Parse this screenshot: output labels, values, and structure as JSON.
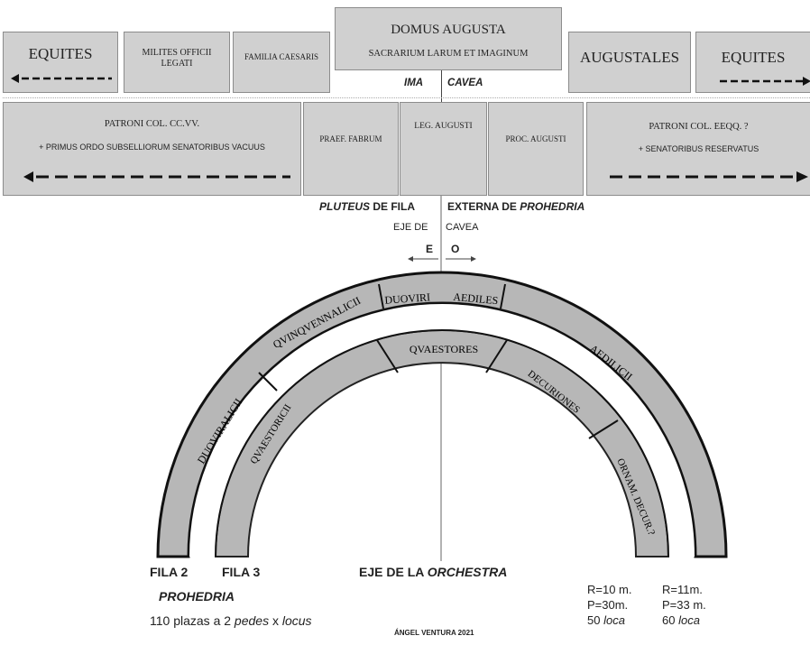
{
  "top_row": {
    "equites_left": "EQUITES",
    "milites": "MILITES OFFICII LEGATI",
    "familia": "FAMILIA CAESARIS",
    "domus_title": "DOMUS AUGUSTA",
    "domus_sub": "SACRARIUM LARUM ET IMAGINUM",
    "augustales": "AUGUSTALES",
    "equites_right": "EQUITES"
  },
  "ima": "IMA",
  "cavea": "CAVEA",
  "second_row": {
    "patroni_left": "PATRONI COL. CC.VV.",
    "patroni_left_note": "+ PRIMUS ORDO SUBSELLIORUM SENATORIBUS VACUUS",
    "praef": "PRAEF. FABRUM",
    "leg": "LEG. AUGUSTI",
    "proc": "PROC. AUGUSTI",
    "patroni_right": "PATRONI COL. EEQQ. ?",
    "patroni_right_note": "+ SENATORIBUS RESERVATUS"
  },
  "pluteus": {
    "pluteus_word": "PLUTEUS",
    "de_fila": " DE FILA",
    "externa": "EXTERNA DE ",
    "prohedria": "PROHEDRIA"
  },
  "eje_de": "EJE DE",
  "cavea_axis": "CAVEA",
  "east": "E",
  "west": "O",
  "outer_ring": {
    "duoviralicii": "DUOVIRALICII",
    "qvinqvennalicii": "QVINQVENNALICII",
    "duoviri": "DUOVIRI",
    "aediles": "AEDILES",
    "aedilicii": "AEDILICII"
  },
  "inner_ring": {
    "qvaestoricii": "QVAESTORICII",
    "qvaestores": "QVAESTORES",
    "decuriones": "DECURIONES",
    "ornam": "ORNAM. DECUR.?"
  },
  "bottom": {
    "fila2": "FILA 2",
    "fila3": "FILA 3",
    "eje_orchestra_pre": "EJE DE LA ",
    "orchestra": "ORCHESTRA",
    "prohedria": "PROHEDRIA",
    "plazas_pre": "110 plazas a 2 ",
    "pedes": "pedes",
    "x": " x ",
    "locus": "locus",
    "credit": "ÁNGEL VENTURA 2021",
    "r1": "R=10 m.",
    "p1": "P=30m.",
    "l1_num": "50 ",
    "l1_word": "loca",
    "r2": "R=11m.",
    "p2": "P=33 m.",
    "l2_num": "60 ",
    "l2_word": "loca"
  }
}
